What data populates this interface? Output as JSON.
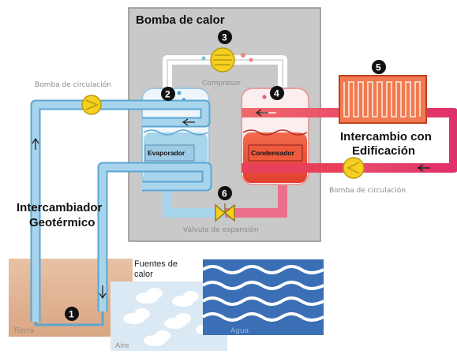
{
  "title": "Bomba de calor",
  "labels": {
    "compresor": "Compresor",
    "bomba_circ_left": "Bomba de circulación",
    "bomba_circ_right": "Bomba de circulación",
    "evaporador": "Evaporador",
    "condensador": "Condensador",
    "valvula": "Válvula de expansión",
    "intercambio_line1": "Intercambio con",
    "intercambio_line2": "Edificación",
    "geo_line1": "Intercambiador",
    "geo_line2": "Geotérmico",
    "fuentes_line1": "Fuentes de",
    "fuentes_line2": "calor",
    "tierra": "Tierra",
    "aire": "Aire",
    "agua": "Agua"
  },
  "markers": [
    "1",
    "2",
    "3",
    "4",
    "5",
    "6"
  ],
  "colors": {
    "cold_pipe": "#a8d4ec",
    "cold_pipe_edge": "#5aa6d2",
    "hot_pipe": "#e8405a",
    "heat_pump_box": "#c9c9c9",
    "pump_yellow": "#f5d020",
    "ground": "#e2b89a",
    "water": "#3a6fb5",
    "sky": "#dbe9f5"
  }
}
